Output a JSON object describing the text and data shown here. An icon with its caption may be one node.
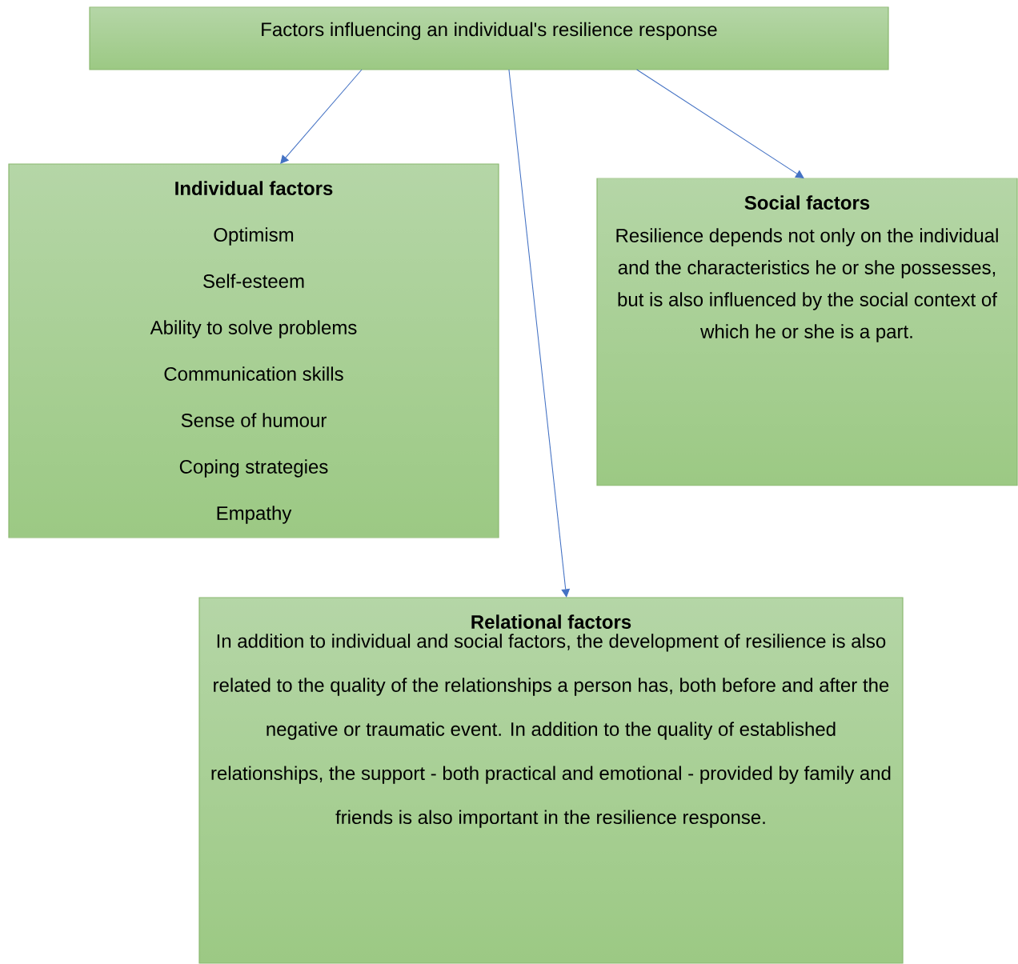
{
  "diagram": {
    "nodes": [
      {
        "text": [
          "Factors influencing an individual's resilience response"
        ]
      },
      {
        "text": [
          "Individual factors",
          "Optimism",
          "Self-esteem",
          "Ability to solve problems",
          "Communication skills",
          "Sense of humour",
          "Coping strategies",
          "Empathy"
        ]
      },
      {
        "text": [
          "Social factors",
          "Resilience depends not only on the individual and the characteristics he or she possesses, but is also influenced by the social context of which he or she is a part."
        ]
      },
      {
        "text": [
          "Relational factors",
          "In addition to individual and social factors, the development of resilience is also related to the quality of the relationships a person has, both before and after the negative or traumatic event. In addition to the quality of established relationships, the support - both practical and emotional - provided by family and friends is also important in the resilience response."
        ]
      }
    ],
    "edges": [
      {
        "from": 0,
        "to": 1,
        "arrow": "to"
      },
      {
        "from": 0,
        "to": 3,
        "arrow": "to"
      },
      {
        "from": 0,
        "to": 2,
        "arrow": "to"
      }
    ]
  }
}
